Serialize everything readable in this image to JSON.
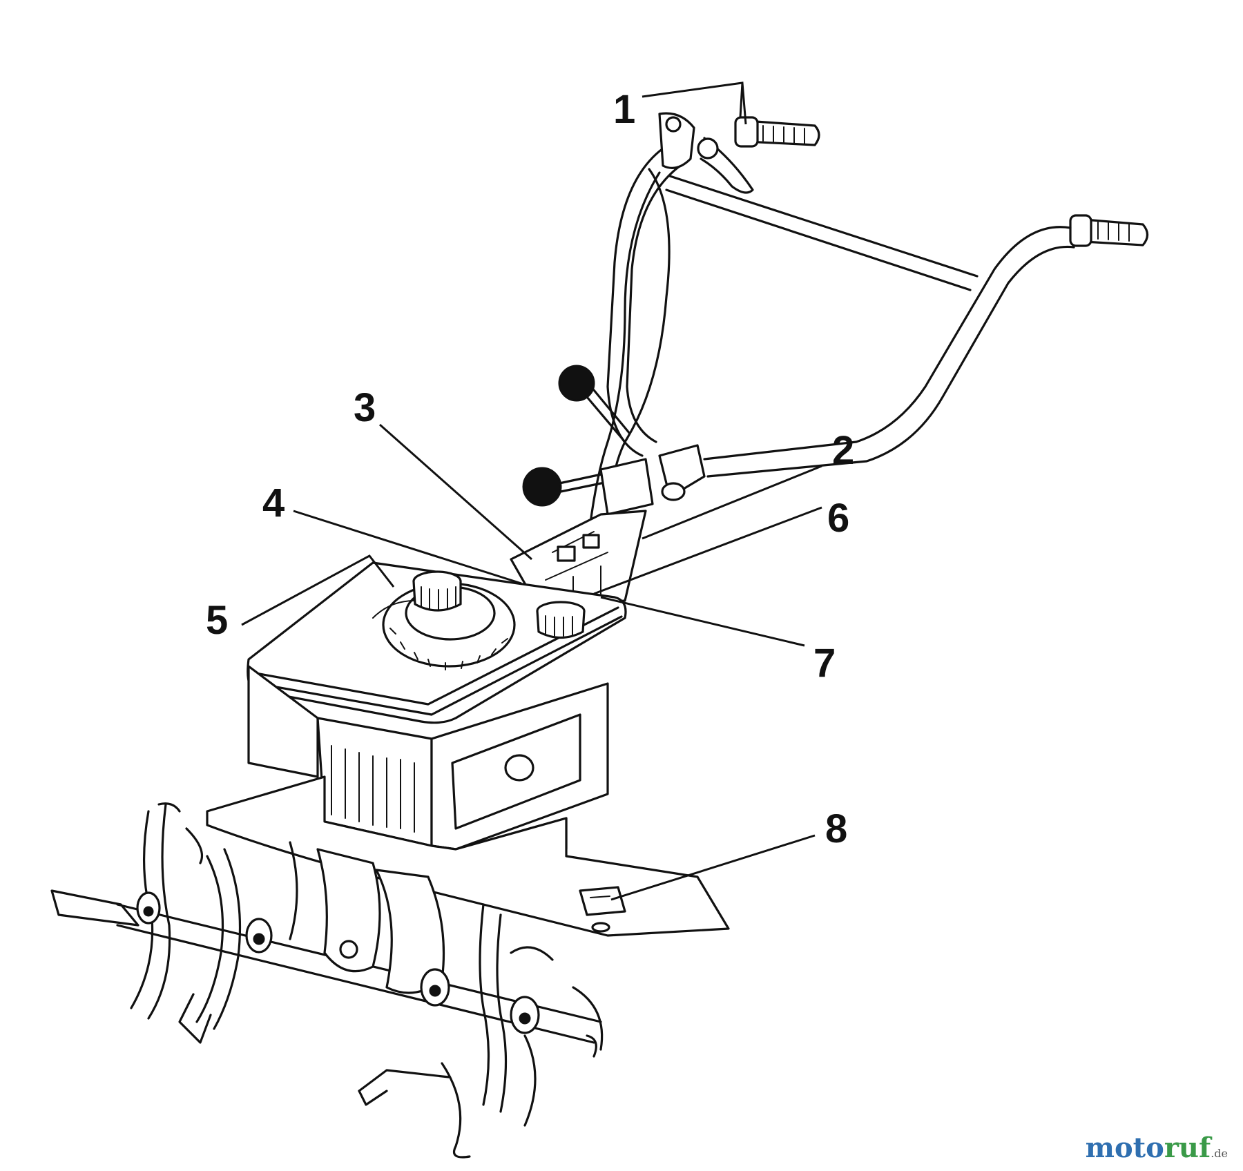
{
  "callouts": [
    {
      "id": "1",
      "label": "1"
    },
    {
      "id": "2",
      "label": "2"
    },
    {
      "id": "3",
      "label": "3"
    },
    {
      "id": "4",
      "label": "4"
    },
    {
      "id": "5",
      "label": "5"
    },
    {
      "id": "6",
      "label": "6"
    },
    {
      "id": "7",
      "label": "7"
    },
    {
      "id": "8",
      "label": "8"
    }
  ],
  "watermark": {
    "part1": "moto",
    "part2": "ruf",
    "tld": ".de"
  }
}
